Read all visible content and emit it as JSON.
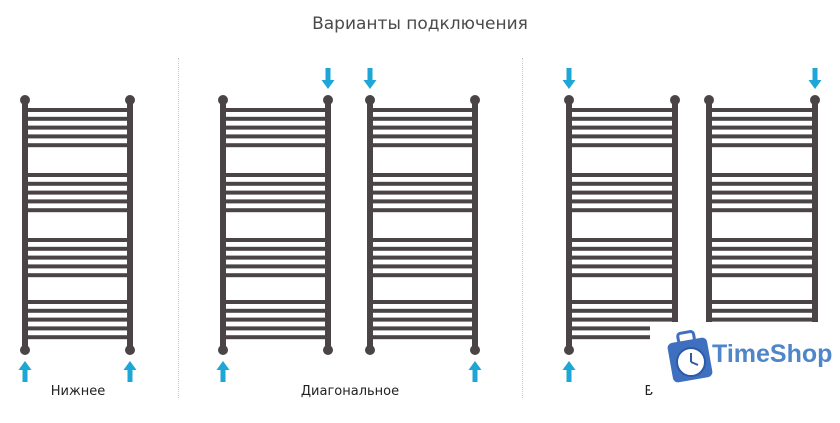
{
  "title": "Варианты подключения",
  "labels": {
    "bottom": "Нижнее",
    "diagonal": "Диагональное",
    "side": "В"
  },
  "logo": {
    "text": "TimeShop"
  },
  "colors": {
    "rail": "#4a4446",
    "arrow": "#1ea6d6",
    "logo": "#4f86c9"
  },
  "towels": [
    {
      "inlets": [
        "bottom-left",
        "bottom-right"
      ]
    },
    {
      "inlets": [
        "top-right",
        "bottom-left"
      ]
    },
    {
      "inlets": [
        "top-left",
        "bottom-right"
      ]
    },
    {
      "inlets": [
        "top-left",
        "bottom-left"
      ]
    },
    {
      "inlets": [
        "top-right"
      ]
    }
  ]
}
